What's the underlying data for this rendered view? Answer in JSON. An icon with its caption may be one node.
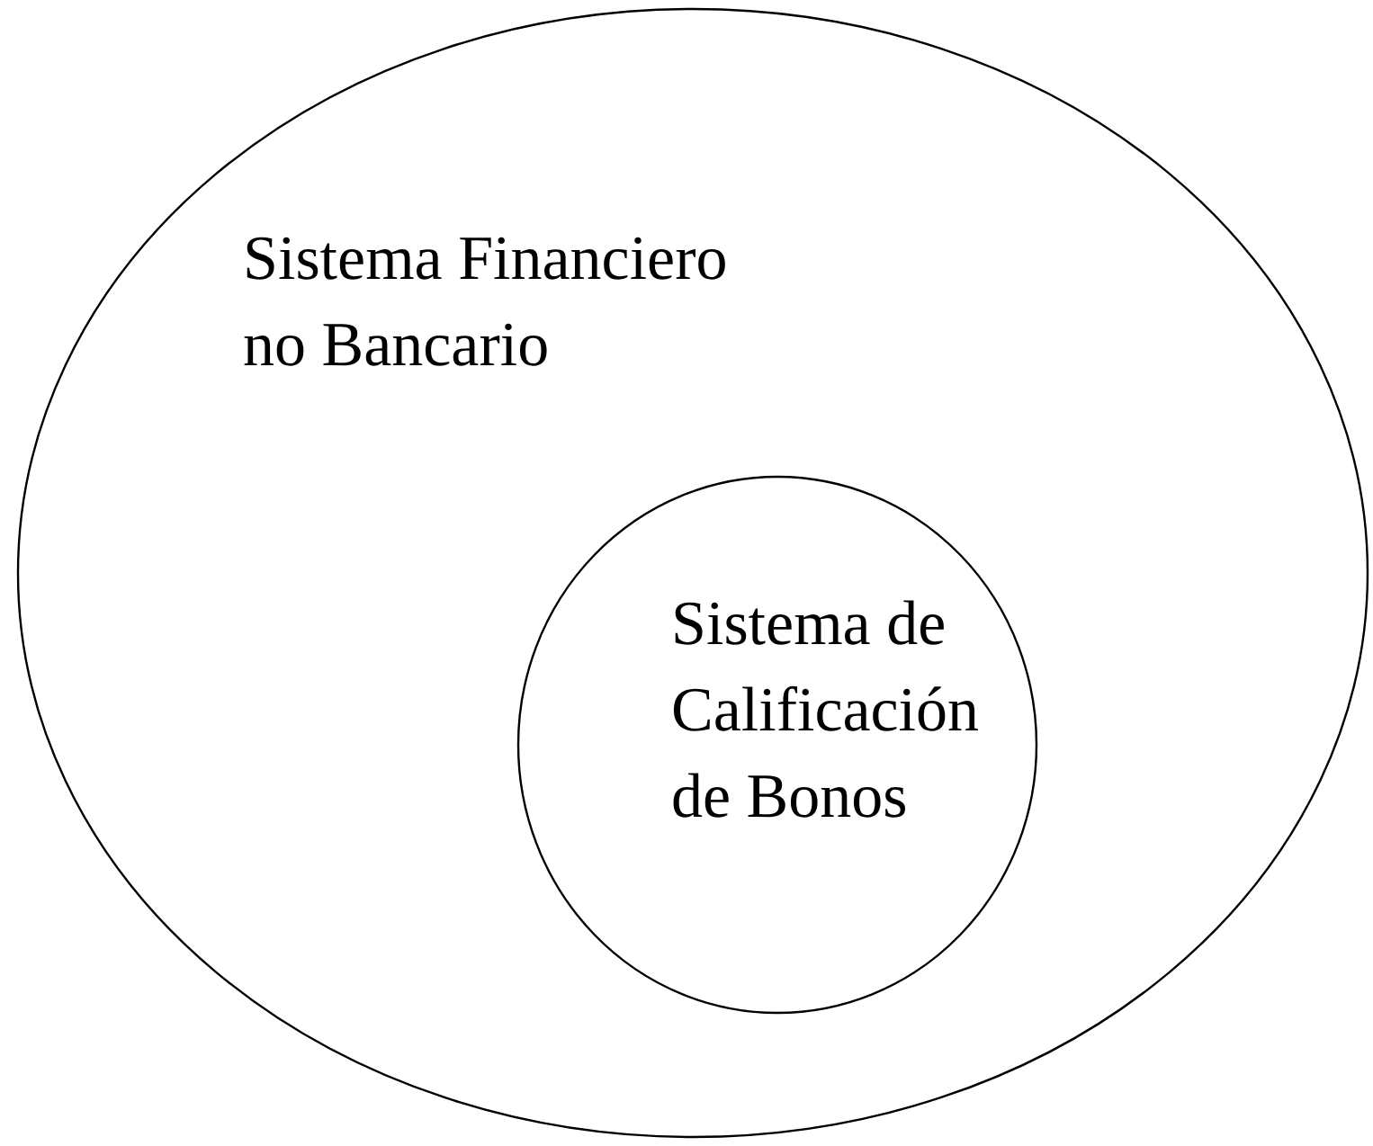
{
  "diagram": {
    "nodes": [
      {
        "text": [
          "Sistema Financiero no Bancario"
        ]
      },
      {
        "text": [
          "Sistema de Calificación de Bonos"
        ],
        "in": 0
      }
    ]
  }
}
